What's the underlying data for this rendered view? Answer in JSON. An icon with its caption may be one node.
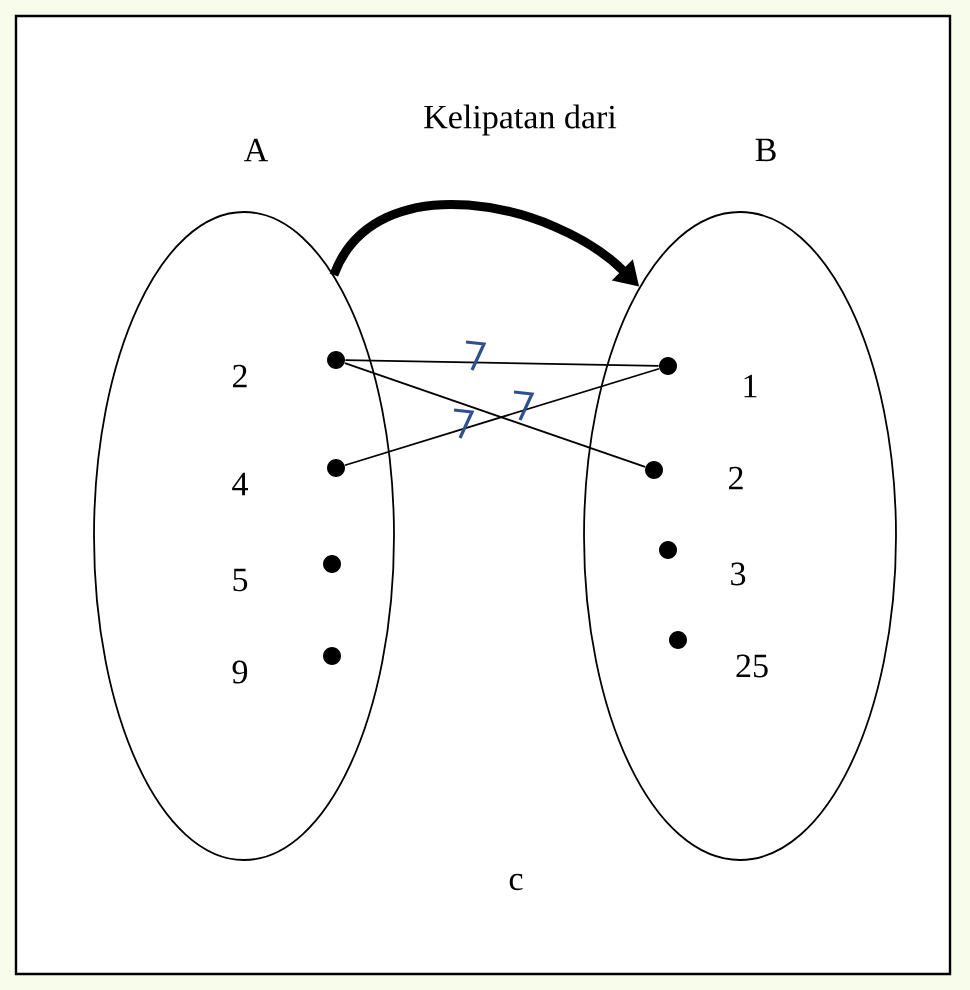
{
  "diagram": {
    "nodes": [
      {
        "text": [
          "A"
        ]
      },
      {
        "text": [],
        "shape": "circle",
        "beside": [
          "2"
        ],
        "in": 0
      },
      {
        "text": [],
        "shape": "circle",
        "beside": [
          "4"
        ],
        "in": 0
      },
      {
        "text": [],
        "shape": "circle",
        "beside": [
          "5"
        ],
        "in": 0
      },
      {
        "text": [],
        "shape": "circle",
        "beside": [
          "9"
        ],
        "in": 0
      },
      {
        "text": [
          "B"
        ]
      },
      {
        "text": [],
        "shape": "circle",
        "beside": [
          "1"
        ],
        "in": 5
      },
      {
        "text": [],
        "shape": "circle",
        "beside": [
          "2"
        ],
        "in": 5
      },
      {
        "text": [],
        "shape": "circle",
        "beside": [
          "3"
        ],
        "in": 5
      },
      {
        "text": [],
        "shape": "circle",
        "beside": [
          "25"
        ],
        "in": 5
      }
    ],
    "edges": [
      {
        "from": 0,
        "to": 5,
        "arrow": "to",
        "label": "Kelipatan dari",
        "style": "thick"
      },
      {
        "from": 1,
        "to": 6,
        "arrow": "none"
      },
      {
        "from": 1,
        "to": 7,
        "arrow": "none"
      },
      {
        "from": 2,
        "to": 6,
        "arrow": "none"
      }
    ],
    "labels": [
      "c"
    ]
  }
}
